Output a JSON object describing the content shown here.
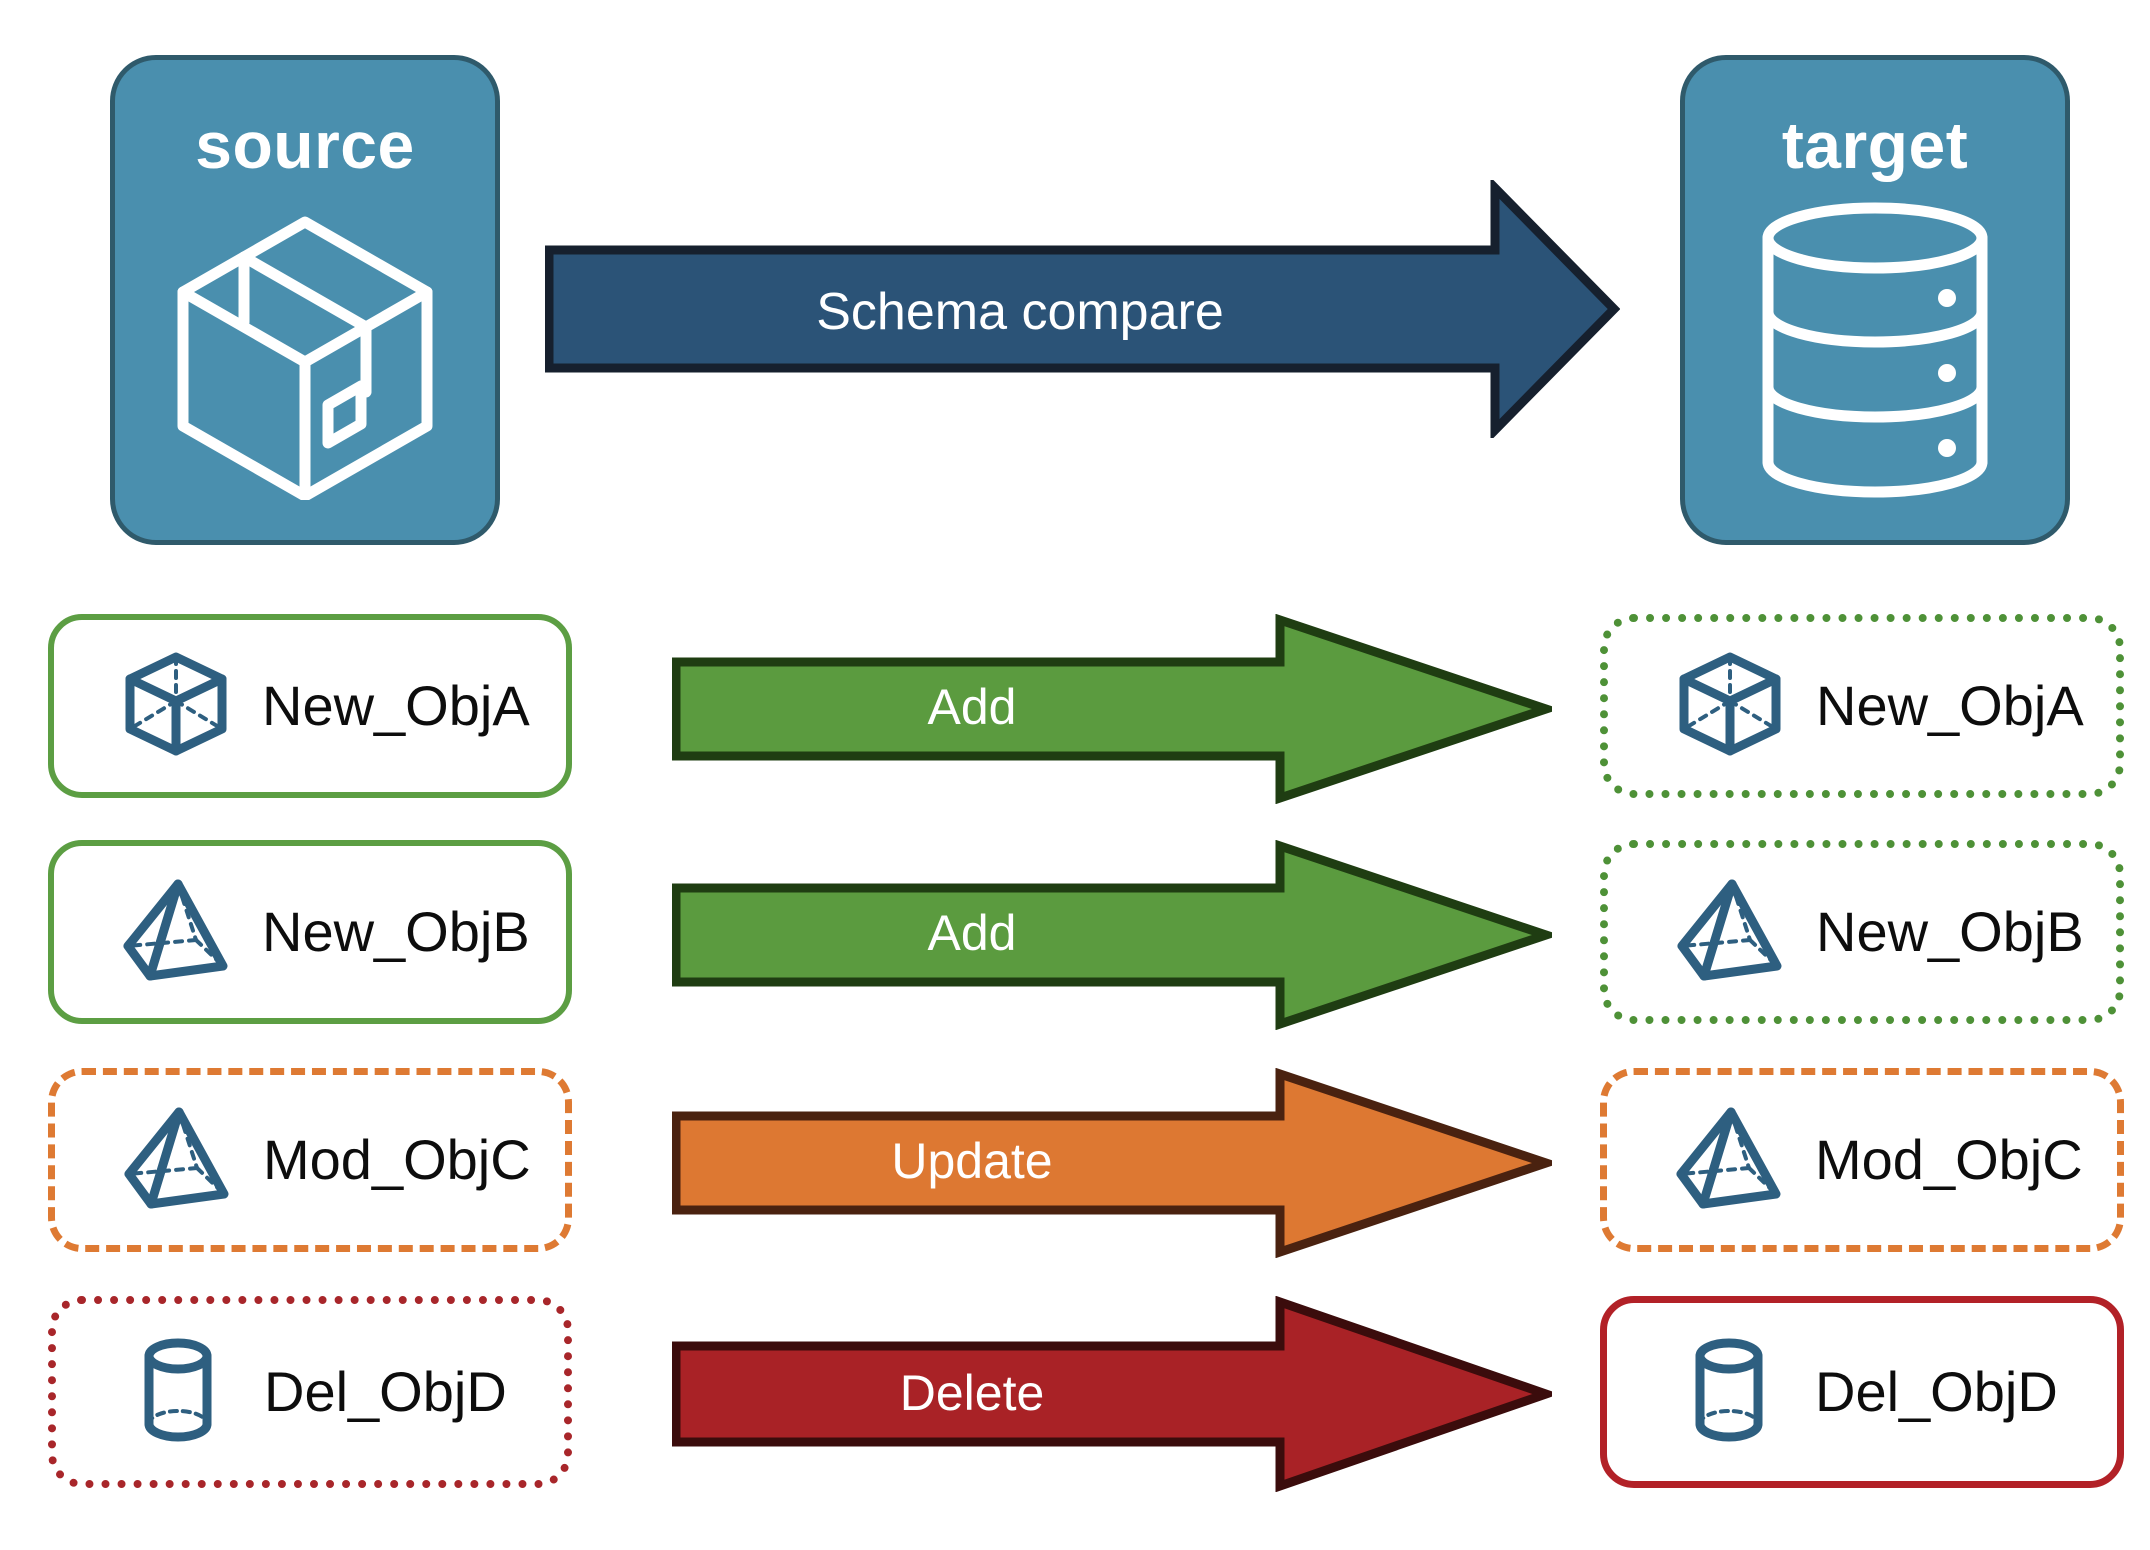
{
  "diagram": {
    "title_source": "source",
    "title_target": "target",
    "main_flow_label": "Schema compare"
  },
  "endpoints": [
    {
      "id": "source",
      "label": "source",
      "icon": "package-box-icon",
      "fill": "#4A8FAE",
      "stroke": "#2F5A6B"
    },
    {
      "id": "target",
      "label": "target",
      "icon": "database-cylinder-icon",
      "fill": "#4A8FAE",
      "stroke": "#2F5A6B"
    }
  ],
  "main_arrow": {
    "label": "Schema compare",
    "fill": "#2B5377",
    "stroke": "#16202E",
    "text_color": "#FFFFFF"
  },
  "rows": [
    {
      "action": "Add",
      "action_fill": "#5B9B3F",
      "action_stroke": "#1F3D12",
      "source": {
        "label": "New_ObjA",
        "icon": "wireframe-cube-icon",
        "border_style": "solid",
        "border_color": "#5C9E43"
      },
      "target": {
        "label": "New_ObjA",
        "icon": "wireframe-cube-icon",
        "border_style": "dotted",
        "border_color": "#4E9137"
      }
    },
    {
      "action": "Add",
      "action_fill": "#5B9B3F",
      "action_stroke": "#1F3D12",
      "source": {
        "label": "New_ObjB",
        "icon": "wireframe-pyramid-icon",
        "border_style": "solid",
        "border_color": "#5C9E43"
      },
      "target": {
        "label": "New_ObjB",
        "icon": "wireframe-pyramid-icon",
        "border_style": "dotted",
        "border_color": "#4E9137"
      }
    },
    {
      "action": "Update",
      "action_fill": "#DD7832",
      "action_stroke": "#4A2210",
      "source": {
        "label": "Mod_ObjC",
        "icon": "wireframe-pyramid-icon",
        "border_style": "dashed",
        "border_color": "#DE7A33"
      },
      "target": {
        "label": "Mod_ObjC",
        "icon": "wireframe-pyramid-icon",
        "border_style": "dashed",
        "border_color": "#DE7A33"
      }
    },
    {
      "action": "Delete",
      "action_fill": "#A92226",
      "action_stroke": "#3B0C0C",
      "source": {
        "label": "Del_ObjD",
        "icon": "cylinder-icon",
        "border_style": "dotted",
        "border_color": "#A8262A"
      },
      "target": {
        "label": "Del_ObjD",
        "icon": "cylinder-icon",
        "border_style": "solid",
        "border_color": "#B22127"
      }
    }
  ],
  "icon_colors": {
    "object_icon_stroke": "#2E5F80",
    "endpoint_icon_stroke": "#FFFFFF"
  }
}
